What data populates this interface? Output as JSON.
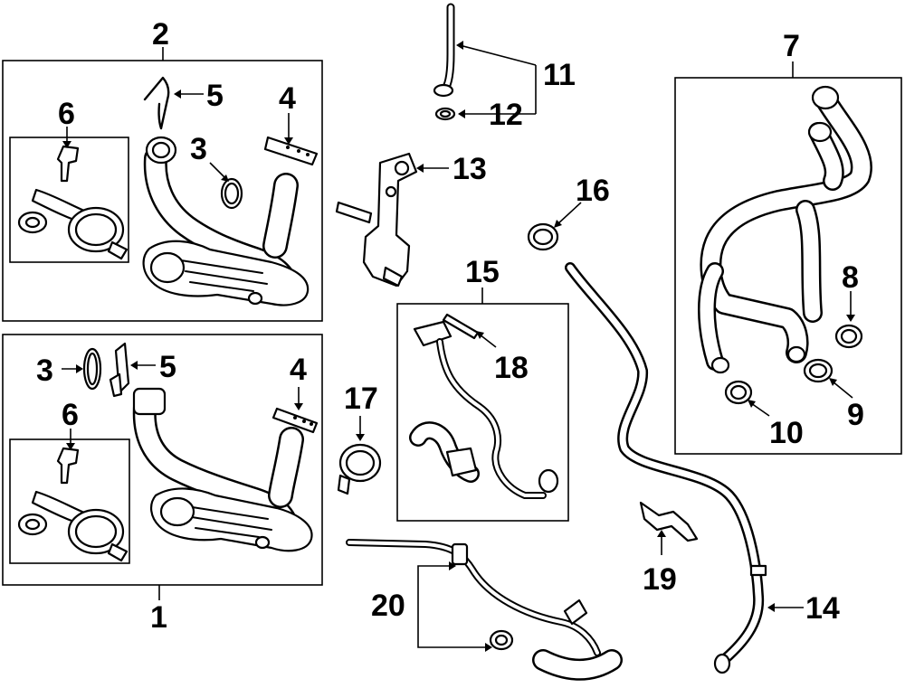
{
  "diagram": {
    "callouts": [
      {
        "id": "label-2",
        "text": "2"
      },
      {
        "id": "label-5a",
        "text": "5"
      },
      {
        "id": "label-4a",
        "text": "4"
      },
      {
        "id": "label-6a",
        "text": "6"
      },
      {
        "id": "label-3a",
        "text": "3"
      },
      {
        "id": "label-11",
        "text": "11"
      },
      {
        "id": "label-12",
        "text": "12"
      },
      {
        "id": "label-13",
        "text": "13"
      },
      {
        "id": "label-7",
        "text": "7"
      },
      {
        "id": "label-16",
        "text": "16"
      },
      {
        "id": "label-15",
        "text": "15"
      },
      {
        "id": "label-8",
        "text": "8"
      },
      {
        "id": "label-18",
        "text": "18"
      },
      {
        "id": "label-9",
        "text": "9"
      },
      {
        "id": "label-10",
        "text": "10"
      },
      {
        "id": "label-3b",
        "text": "3"
      },
      {
        "id": "label-5b",
        "text": "5"
      },
      {
        "id": "label-4b",
        "text": "4"
      },
      {
        "id": "label-17",
        "text": "17"
      },
      {
        "id": "label-6b",
        "text": "6"
      },
      {
        "id": "label-1",
        "text": "1"
      },
      {
        "id": "label-19",
        "text": "19"
      },
      {
        "id": "label-20",
        "text": "20"
      },
      {
        "id": "label-14",
        "text": "14"
      }
    ]
  }
}
